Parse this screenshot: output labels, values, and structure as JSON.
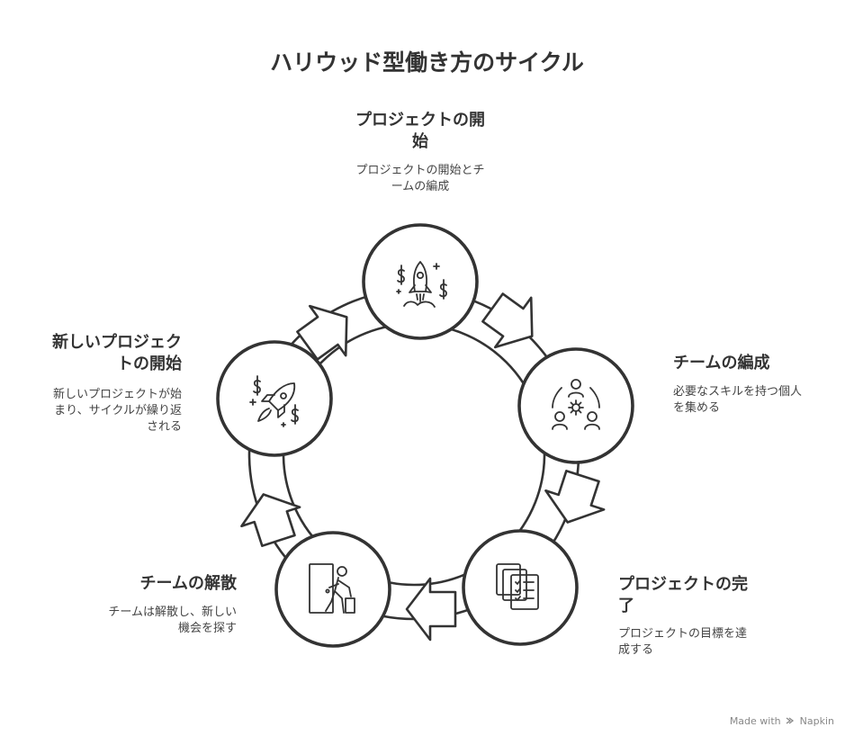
{
  "title": "ハリウッド型働き方のサイクル",
  "steps": [
    {
      "id": "start",
      "heading_line1": "プロジェクトの開",
      "heading_line2": "始",
      "desc_line1": "プロジェクトの開始とチ",
      "desc_line2": "ームの編成",
      "icon": "rocket-money-icon"
    },
    {
      "id": "team",
      "heading_line1": "チームの編成",
      "desc_line1": "必要なスキルを持つ個人",
      "desc_line2": "を集める",
      "icon": "team-gear-icon"
    },
    {
      "id": "complete",
      "heading_line1": "プロジェクトの完",
      "heading_line2": "了",
      "desc_line1": "プロジェクトの目標を達",
      "desc_line2": "成する",
      "icon": "checklist-icon"
    },
    {
      "id": "disband",
      "heading_line1": "チームの解散",
      "desc_line1": "チームは解散し、新しい",
      "desc_line2": "機会を探す",
      "icon": "person-leaving-door-icon"
    },
    {
      "id": "new",
      "heading_line1": "新しいプロジェク",
      "heading_line2": "トの開始",
      "desc_line1": "新しいプロジェクトが始",
      "desc_line2": "まり、サイクルが繰り返",
      "desc_line3": "される",
      "icon": "rocket-launch-icon"
    }
  ],
  "footer": {
    "made_with": "Made with",
    "brand": "Napkin",
    "icon": "napkin-logo-icon"
  }
}
